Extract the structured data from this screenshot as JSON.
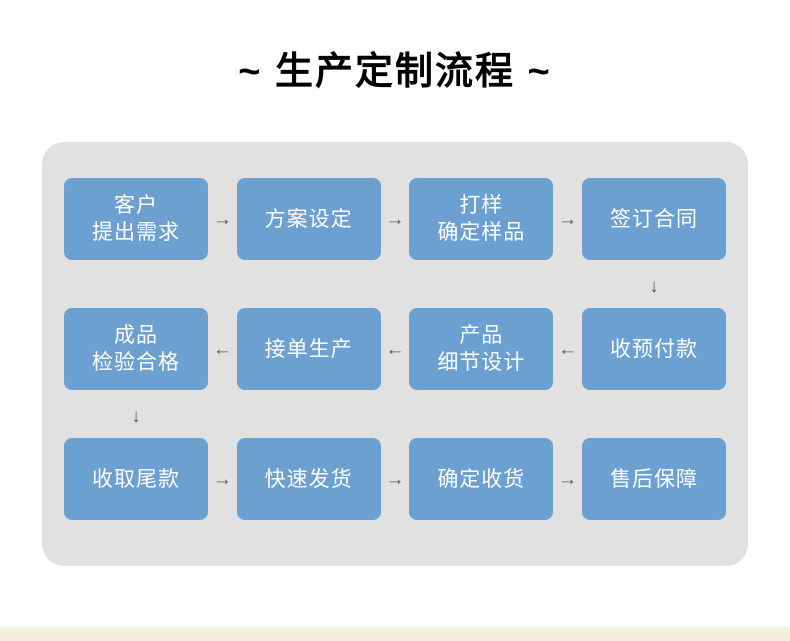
{
  "title": "~ 生产定制流程 ~",
  "colors": {
    "box_fill": "#6ba0d0",
    "panel_bg": "#e1e1e1",
    "box_text": "#ffffff",
    "arrow": "#5a5a5a",
    "title_text": "#000000",
    "page_bg": "#ffffff",
    "bottom_strip": "#f5eedc"
  },
  "flow": {
    "rows": [
      {
        "direction": "left-to-right",
        "arrow_glyph": "→",
        "arrow_icon": "arrow-right-icon",
        "steps": [
          {
            "lines": [
              "客户",
              "提出需求"
            ]
          },
          {
            "lines": [
              "方案设定"
            ]
          },
          {
            "lines": [
              "打样",
              "确定样品"
            ]
          },
          {
            "lines": [
              "签订合同"
            ]
          }
        ]
      },
      {
        "direction": "right-to-left",
        "arrow_glyph": "←",
        "arrow_icon": "arrow-left-icon",
        "steps": [
          {
            "lines": [
              "成品",
              "检验合格"
            ]
          },
          {
            "lines": [
              "接单生产"
            ]
          },
          {
            "lines": [
              "产品",
              "细节设计"
            ]
          },
          {
            "lines": [
              "收预付款"
            ]
          }
        ]
      },
      {
        "direction": "left-to-right",
        "arrow_glyph": "→",
        "arrow_icon": "arrow-right-icon",
        "steps": [
          {
            "lines": [
              "收取尾款"
            ]
          },
          {
            "lines": [
              "快速发货"
            ]
          },
          {
            "lines": [
              "确定收货"
            ]
          },
          {
            "lines": [
              "售后保障"
            ]
          }
        ]
      }
    ],
    "connectors": [
      {
        "glyph": "↓",
        "icon": "arrow-down-icon",
        "position": "right",
        "from_row": 1,
        "to_row": 2
      },
      {
        "glyph": "↓",
        "icon": "arrow-down-icon",
        "position": "left",
        "from_row": 2,
        "to_row": 3
      }
    ]
  }
}
